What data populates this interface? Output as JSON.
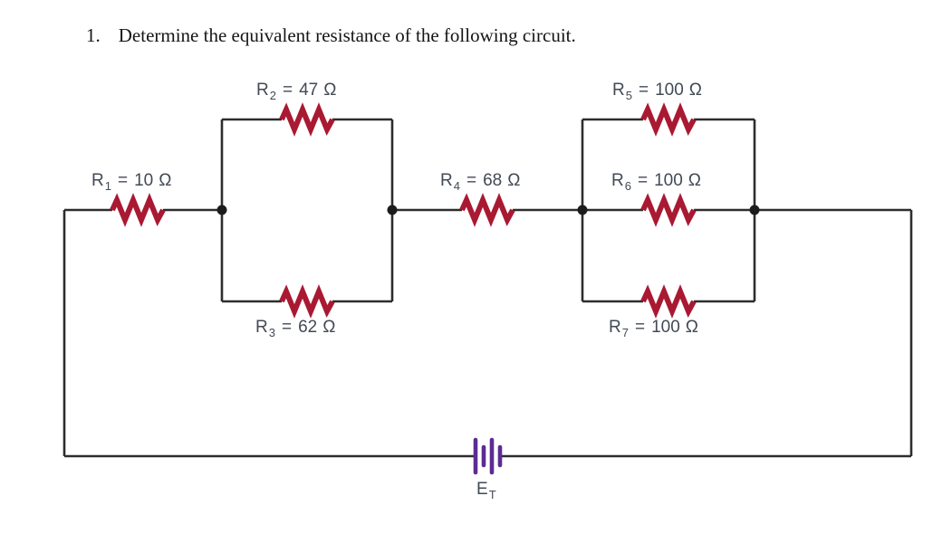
{
  "title": {
    "number": "1.",
    "text": "Determine the equivalent resistance of the following circuit."
  },
  "colors": {
    "background": "#ffffff",
    "wire": "#2d2d2d",
    "resistor": "#a91932",
    "battery": "#5c2c92",
    "label_text": "#424a55",
    "title_text": "#151515",
    "dot": "#1c1c1c"
  },
  "circuit": {
    "components": {
      "resistor_symbol": "zigzag-resistor-icon",
      "source_symbol": "battery-cells-icon"
    },
    "resistors": [
      {
        "id": "R1",
        "symbol": "R",
        "sub": "1",
        "equals": "=",
        "value": "10",
        "unit": "Ω"
      },
      {
        "id": "R2",
        "symbol": "R",
        "sub": "2",
        "equals": "=",
        "value": "47",
        "unit": "Ω"
      },
      {
        "id": "R3",
        "symbol": "R",
        "sub": "3",
        "equals": "=",
        "value": "62",
        "unit": "Ω"
      },
      {
        "id": "R4",
        "symbol": "R",
        "sub": "4",
        "equals": "=",
        "value": "68",
        "unit": "Ω"
      },
      {
        "id": "R5",
        "symbol": "R",
        "sub": "5",
        "equals": "=",
        "value": "100",
        "unit": "Ω"
      },
      {
        "id": "R6",
        "symbol": "R",
        "sub": "6",
        "equals": "=",
        "value": "100",
        "unit": "Ω"
      },
      {
        "id": "R7",
        "symbol": "R",
        "sub": "7",
        "equals": "=",
        "value": "100",
        "unit": "Ω"
      }
    ],
    "source": {
      "id": "ET",
      "symbol": "E",
      "sub": "T",
      "type": "battery"
    }
  }
}
